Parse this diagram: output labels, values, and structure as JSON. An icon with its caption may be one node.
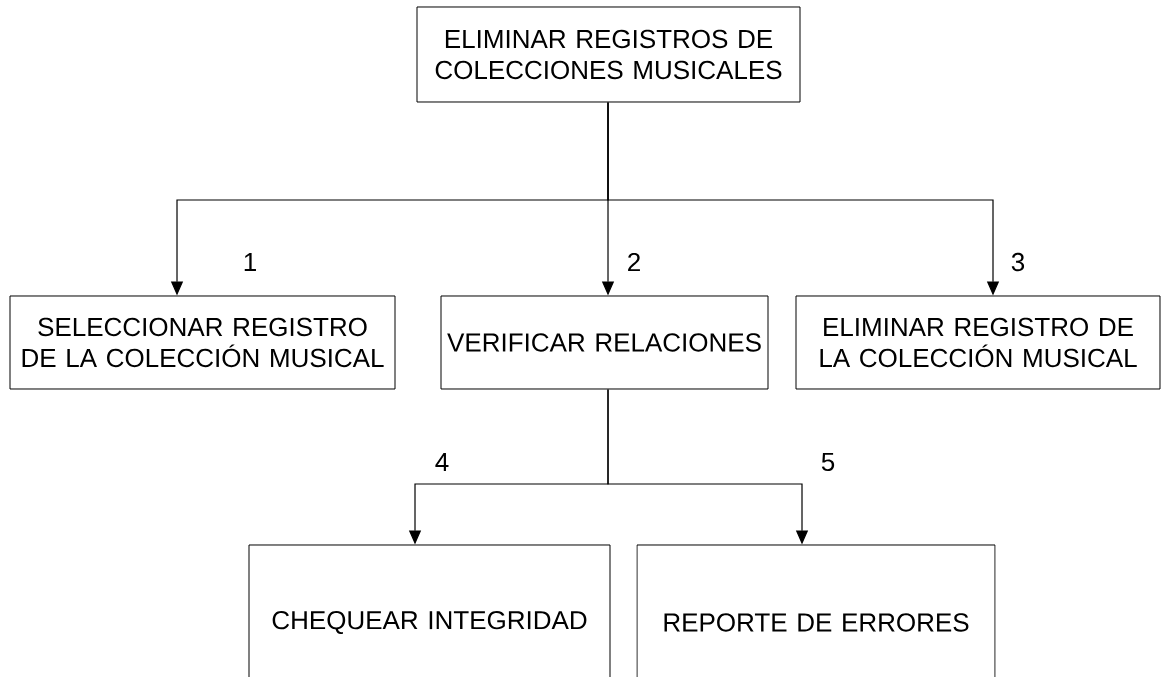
{
  "diagram": {
    "nodes": [
      {
        "text": [
          "ELIMINAR REGISTROS DE COLECCIONES MUSICALES"
        ]
      },
      {
        "text": [
          "SELECCIONAR REGISTRO DE LA COLECCIÓN MUSICAL"
        ]
      },
      {
        "text": [
          "VERIFICAR RELACIONES"
        ]
      },
      {
        "text": [
          "ELIMINAR REGISTRO DE LA COLECCIÓN MUSICAL"
        ]
      },
      {
        "text": [
          "CHEQUEAR INTEGRIDAD"
        ]
      },
      {
        "text": [
          "REPORTE DE ERRORES"
        ]
      }
    ],
    "edges": [
      {
        "from": 0,
        "to": 1,
        "arrow": "to",
        "label": "1"
      },
      {
        "from": 0,
        "to": 2,
        "arrow": "to",
        "label": "2"
      },
      {
        "from": 0,
        "to": 3,
        "arrow": "to",
        "label": "3"
      },
      {
        "from": 2,
        "to": 4,
        "arrow": "to",
        "label": "4"
      },
      {
        "from": 2,
        "to": 5,
        "arrow": "to",
        "label": "5"
      }
    ]
  }
}
